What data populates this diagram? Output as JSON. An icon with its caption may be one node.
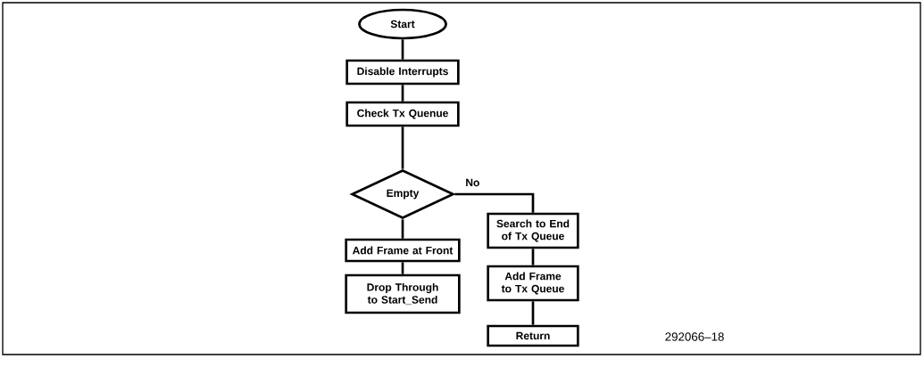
{
  "diagram": {
    "nodes": [
      {
        "text": [
          "Start"
        ]
      },
      {
        "text": [
          "Disable Interrupts"
        ]
      },
      {
        "text": [
          "Check Tx Quenue"
        ]
      },
      {
        "text": [
          "Empty"
        ]
      },
      {
        "text": [
          "Add Frame at Front"
        ]
      },
      {
        "text": [
          "Drop Through to Start_Send"
        ]
      },
      {
        "text": [
          "Search to End of Tx Queue"
        ]
      },
      {
        "text": [
          "Add Frame to Tx Queue"
        ]
      },
      {
        "text": [
          "Return"
        ]
      }
    ],
    "edges": [
      {
        "from": 0,
        "to": 1,
        "arrow": "none"
      },
      {
        "from": 1,
        "to": 2,
        "arrow": "none"
      },
      {
        "from": 2,
        "to": 3,
        "arrow": "none"
      },
      {
        "from": 3,
        "to": 4,
        "arrow": "none"
      },
      {
        "from": 4,
        "to": 5,
        "arrow": "none"
      },
      {
        "from": 3,
        "to": 6,
        "arrow": "none",
        "label": "No"
      },
      {
        "from": 6,
        "to": 7,
        "arrow": "none"
      },
      {
        "from": 7,
        "to": 8,
        "arrow": "none"
      }
    ],
    "labels": [
      "292066–18"
    ]
  }
}
